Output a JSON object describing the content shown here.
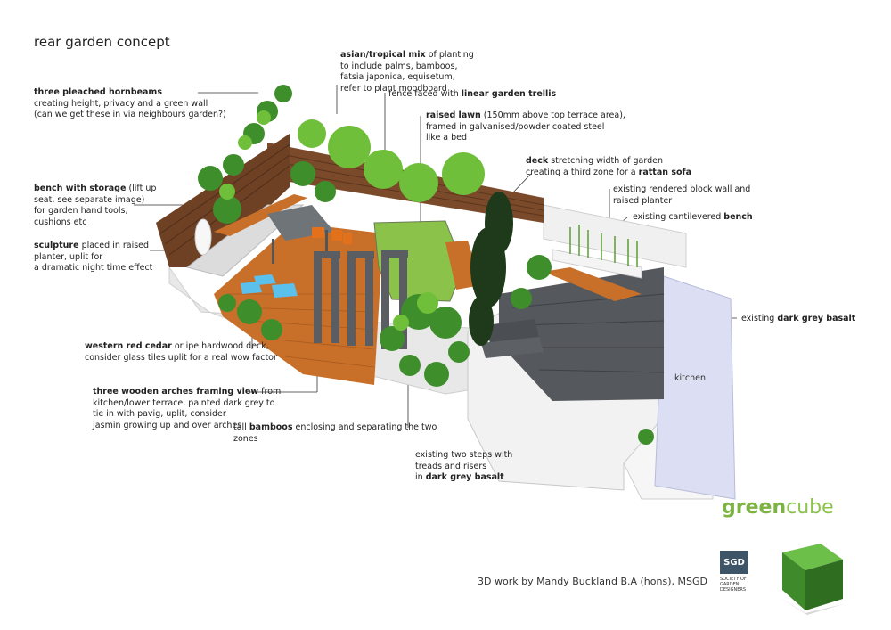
{
  "title": "rear garden concept",
  "annotations": {
    "hornbeams": {
      "bold": "three pleached hornbeams",
      "rest": "",
      "l2": "creating height, privacy and a green wall",
      "l3": "(can we get these in via neighbours garden?)"
    },
    "asian": {
      "bold": "asian/tropical mix",
      "rest": " of planting",
      "l2": "to include palms, bamboos,",
      "l3": "fatsia japonica, equisetum,",
      "l4": "refer to plant moodboard"
    },
    "fence": {
      "pre": "fence faced with ",
      "bold": "linear garden trellis"
    },
    "lawn": {
      "bold": "raised lawn",
      "rest": " (150mm above top terrace area),",
      "l2": "framed in galvanised/powder coated steel",
      "l3": "like a bed"
    },
    "deck": {
      "bold": "deck",
      "rest": " stretching width of garden",
      "l2pre": "creating a third zone for a ",
      "l2bold": "rattan sofa"
    },
    "wall": {
      "l1": "existing rendered block wall and",
      "l2": "raised planter"
    },
    "cant": {
      "pre": "existing cantilevered ",
      "bold": "bench"
    },
    "bench": {
      "bold": "bench with storage",
      "rest": " (lift up",
      "l2": "seat, see separate image)",
      "l3": "for garden hand tools,",
      "l4": "cushions etc"
    },
    "sculpture": {
      "bold": "sculpture",
      "rest": " placed in raised",
      "l2": "planter, uplit for",
      "l3": "a dramatic night time effect"
    },
    "basalt": {
      "pre": "existing ",
      "bold": "dark grey basalt"
    },
    "cedar": {
      "bold": "western red cedar",
      "rest": " or ipe hardwood deck,",
      "l2": "consider glass tiles uplit for a real wow factor"
    },
    "arches": {
      "bold": "three wooden arches framing view",
      "rest": " from",
      "l2": "kitchen/lower terrace, painted dark grey to",
      "l3": "tie in with pavig, uplit, consider",
      "l4": "Jasmin growing up and over arches"
    },
    "bamboos": {
      "pre": "tall ",
      "bold": "bamboos",
      "rest": " enclosing and separating the two",
      "l2": "zones"
    },
    "steps": {
      "l1": "existing two steps with",
      "l2": "treads and risers",
      "l3pre": "in ",
      "l3bold": "dark grey basalt"
    }
  },
  "kitchen_label": "kitchen",
  "credit": "3D work by Mandy Buckland B.A (hons), MSGD",
  "brand": {
    "part1": "green",
    "part2": "cube"
  },
  "sgd": {
    "abbr": "SGD",
    "full": "SOCIETY OF GARDEN DESIGNERS"
  },
  "colors": {
    "brand_green": "#7cb342",
    "sgd_blue": "#3d5566",
    "timber": "#c8702a",
    "basalt": "#55585c"
  }
}
